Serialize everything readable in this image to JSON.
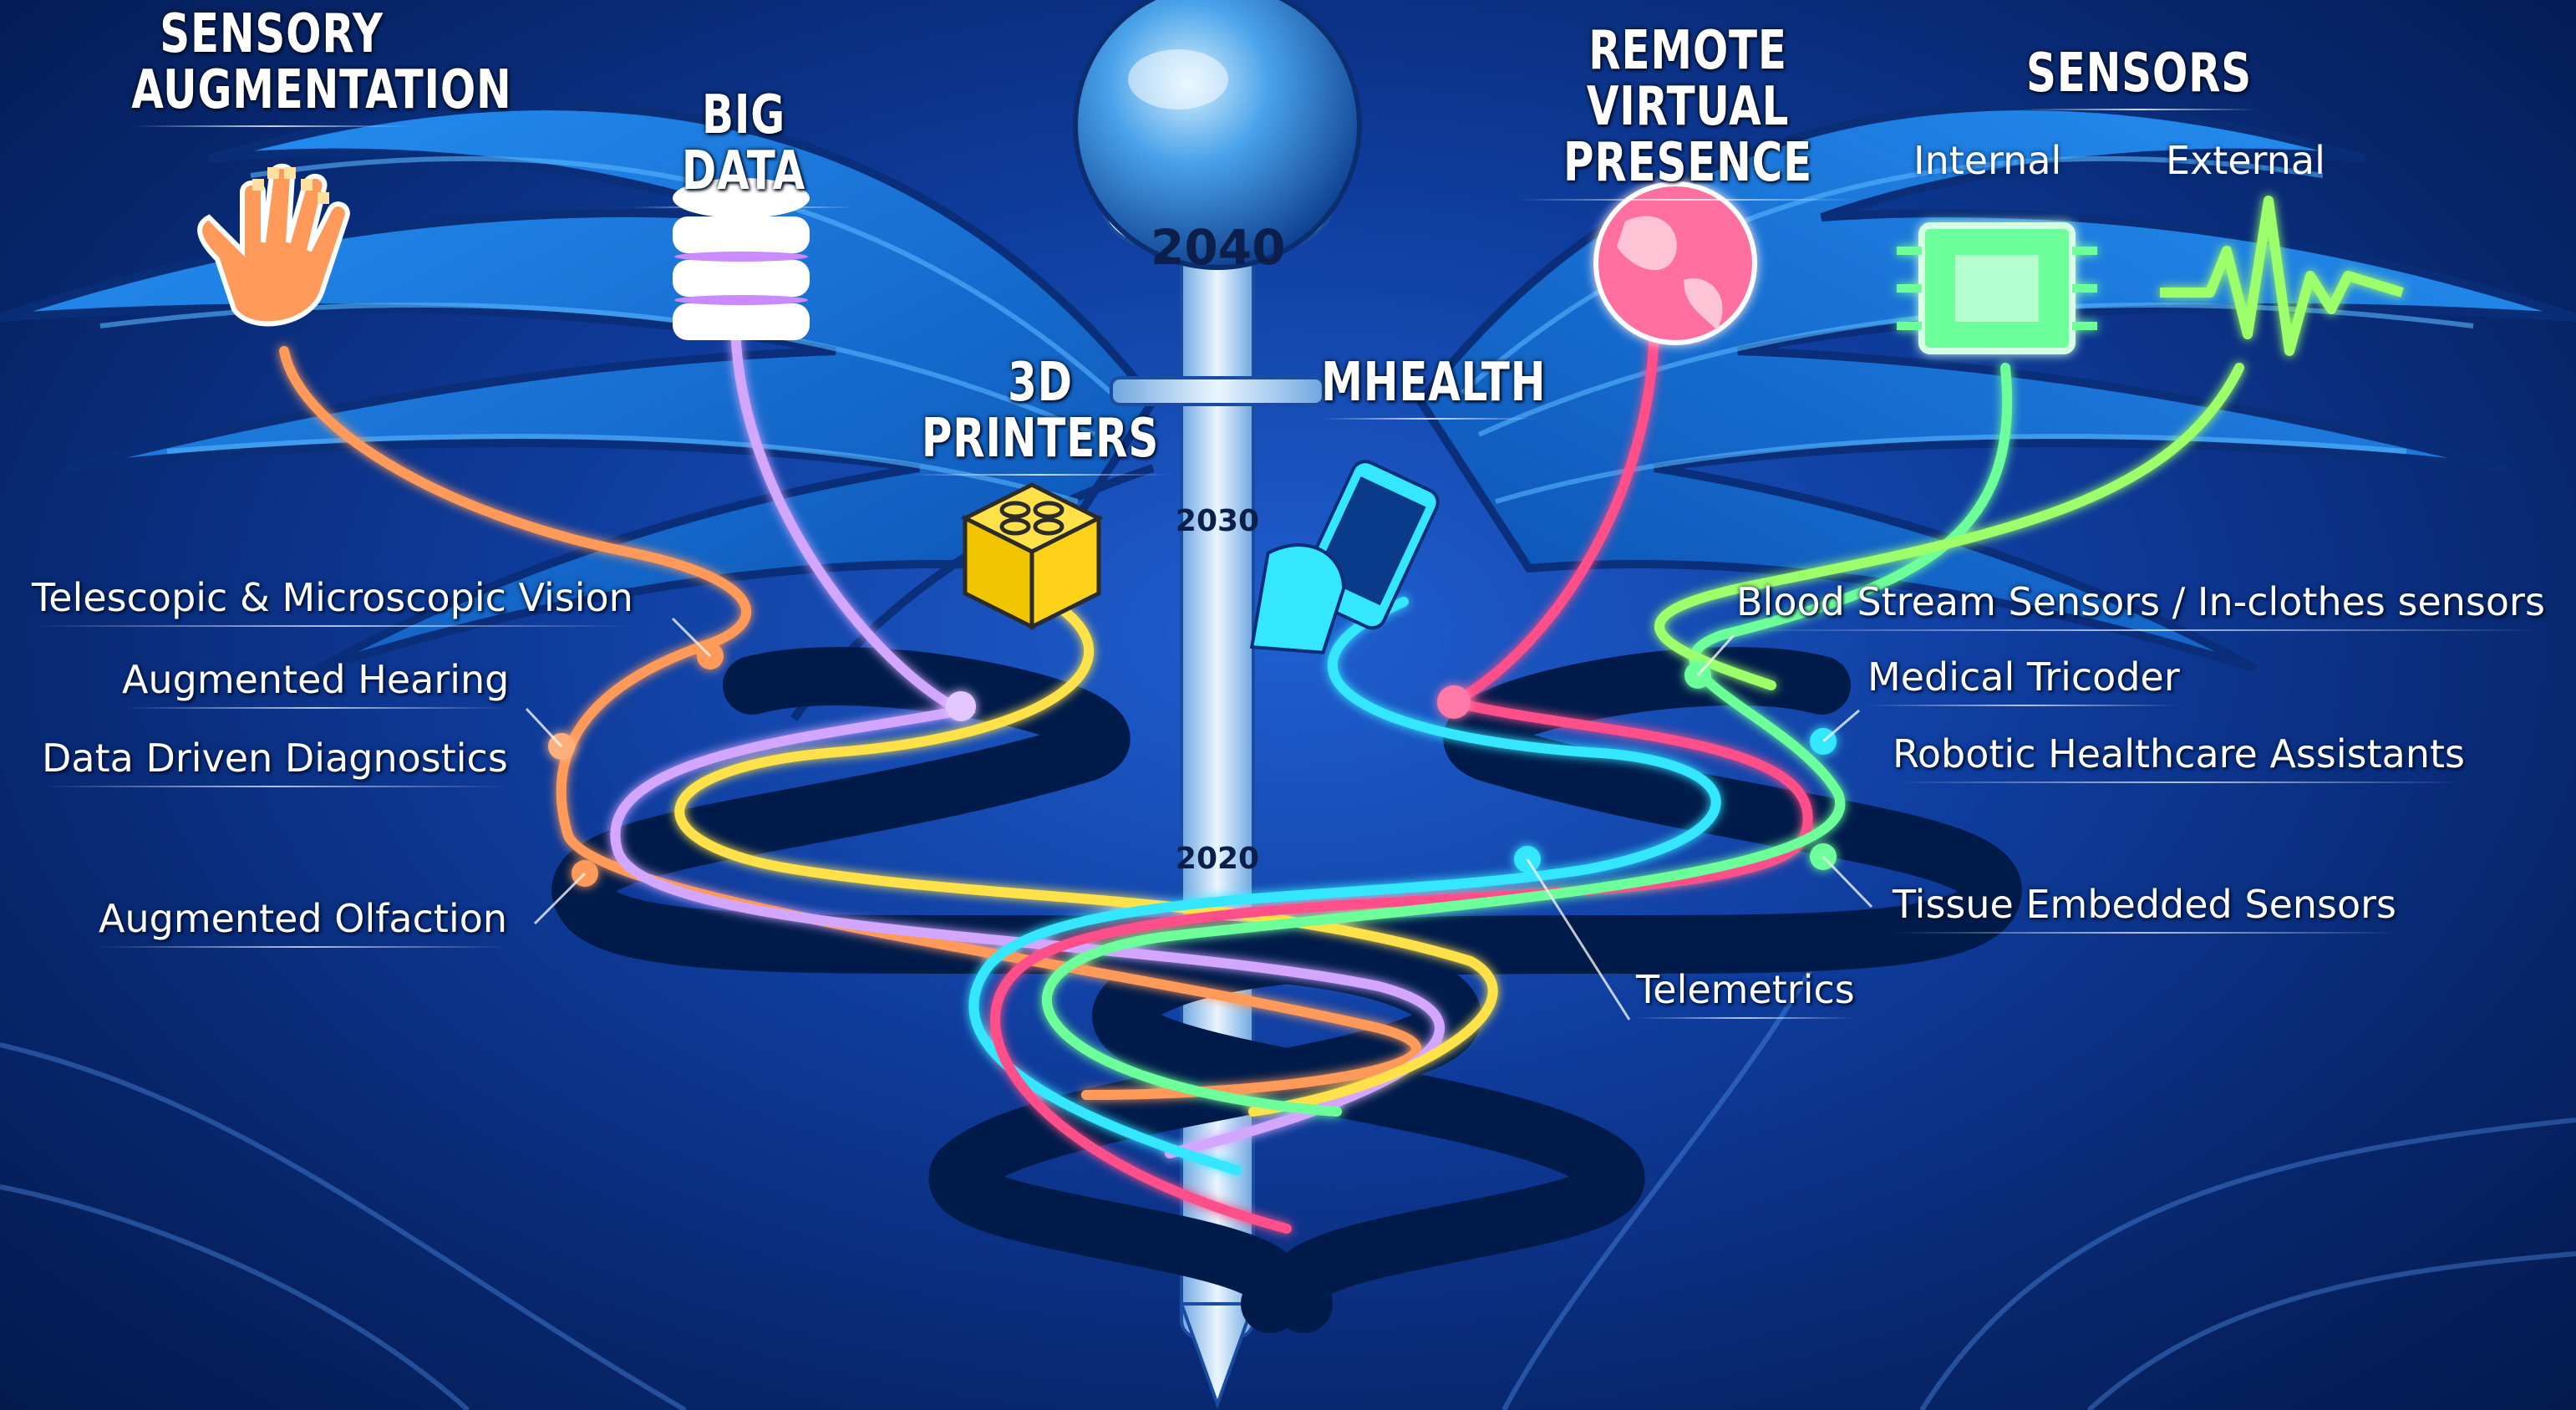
{
  "headings": {
    "sensory": {
      "line1": "SENSORY",
      "line2": "AUGMENTATION"
    },
    "big_data": "BIG DATA",
    "printers": "3D PRINTERS",
    "mhealth": "MHEALTH",
    "remote": {
      "line1": "REMOTE VIRTUAL",
      "line2": "PRESENCE"
    },
    "sensors": "SENSORS",
    "internal": "Internal",
    "external": "External"
  },
  "years": {
    "y2040": "2040",
    "y2030": "2030",
    "y2020": "2020"
  },
  "left_labels": {
    "telescopic": "Telescopic & Microscopic Vision",
    "hearing": "Augmented Hearing",
    "diagnostics": "Data Driven Diagnostics",
    "olfaction": "Augmented Olfaction"
  },
  "right_labels": {
    "blood": "Blood Stream Sensors / In-clothes sensors",
    "tricoder": "Medical Tricoder",
    "robotic": "Robotic Healthcare Assistants",
    "tissue": "Tissue Embedded Sensors",
    "telemetrics": "Telemetrics"
  },
  "colors": {
    "orange": "#ff9a5a",
    "lavender": "#d3a6ff",
    "yellow": "#ffe24a",
    "cyan": "#35e6ff",
    "pink": "#ff4f8a",
    "green": "#6dff9a",
    "lime": "#9dff6a"
  },
  "icons": [
    "hand-icon",
    "database-icon",
    "lego-brick-icon",
    "smartphone-icon",
    "globe-icon",
    "microchip-icon",
    "pulse-icon"
  ]
}
